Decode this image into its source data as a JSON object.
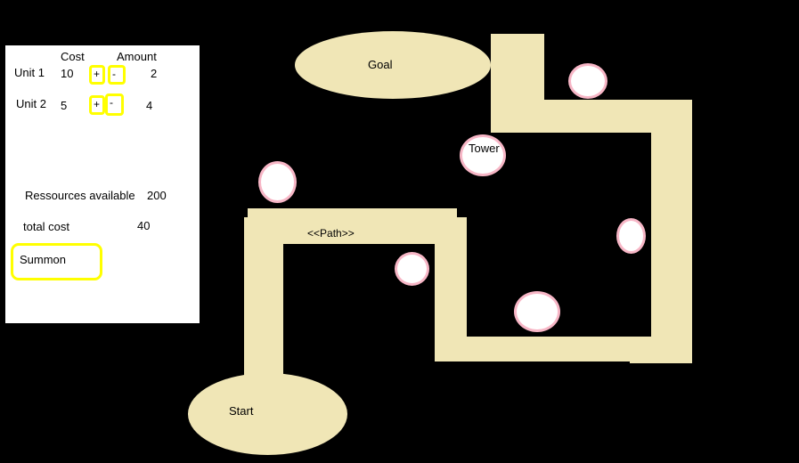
{
  "panel": {
    "header_cost": "Cost",
    "header_amount": "Amount",
    "units": [
      {
        "name": "Unit 1",
        "cost": "10",
        "plus": "+",
        "minus": "-",
        "amount": "2"
      },
      {
        "name": "Unit 2",
        "cost": "5",
        "plus": "+",
        "minus": "-",
        "amount": "4"
      }
    ],
    "resources_label": "Ressources available",
    "resources_value": "200",
    "total_cost_label": "total cost",
    "total_cost_value": "40",
    "summon_label": "Summon"
  },
  "map": {
    "goal_label": "Goal",
    "start_label": "Start",
    "path_label": "<<Path>>",
    "tower_label": "Tower"
  },
  "colors": {
    "background": "#000000",
    "path": "#f0e6b6",
    "highlight": "#ffff00",
    "tower_border": "#f7b6c6"
  }
}
